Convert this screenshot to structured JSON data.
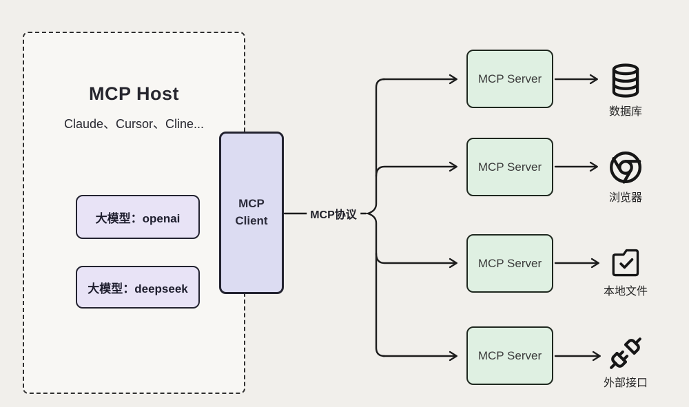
{
  "host": {
    "title": "MCP Host",
    "subtitle": "Claude、Cursor、Cline...",
    "models": [
      {
        "label": "大模型：openai"
      },
      {
        "label": "大模型：deepseek"
      }
    ]
  },
  "client": {
    "label": "MCP Client"
  },
  "protocol_label": "MCP协议",
  "servers": [
    {
      "label": "MCP Server",
      "target": "数据库",
      "icon": "database-icon"
    },
    {
      "label": "MCP Server",
      "target": "浏览器",
      "icon": "browser-icon"
    },
    {
      "label": "MCP Server",
      "target": "本地文件",
      "icon": "folder-check-icon"
    },
    {
      "label": "MCP Server",
      "target": "外部接口",
      "icon": "unplug-icon"
    }
  ],
  "colors": {
    "page_bg": "#f1efeb",
    "host_bg": "#f8f7f4",
    "model_bg": "#e8e3f6",
    "client_bg": "#dcdcf2",
    "server_bg": "#dff0e2",
    "wire": "#1c1c1c",
    "border": "#232330"
  }
}
